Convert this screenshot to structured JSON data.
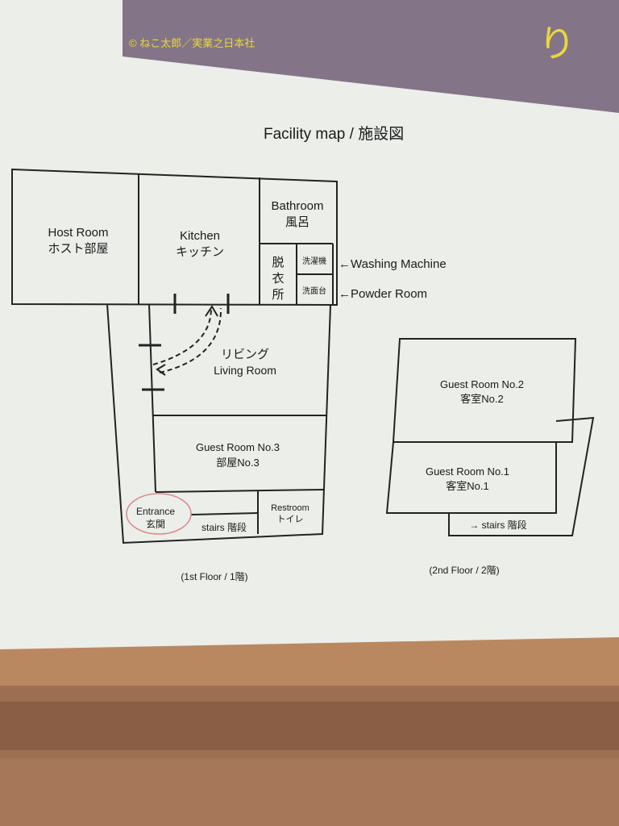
{
  "poster": {
    "credit": "© ねこ太郎／実業之日本社",
    "corner_glyph": "り"
  },
  "map": {
    "title": "Facility map / 施設図",
    "first_floor": {
      "caption": "(1st Floor / 1階)",
      "rooms": {
        "host_room": [
          "Host Room",
          "ホスト部屋"
        ],
        "kitchen": [
          "Kitchen",
          "キッチン"
        ],
        "bathroom": [
          "Bathroom",
          "風呂"
        ],
        "dressing_room": [
          "脱",
          "衣",
          "所"
        ],
        "washing_machine_jp": "洗濯機",
        "washbasin_jp": "洗面台",
        "living_room": [
          "リビング",
          "Living Room"
        ],
        "guest_room_3": [
          "Guest Room No.3",
          "部屋No.3"
        ],
        "entrance": [
          "Entrance",
          "玄関"
        ],
        "stairs": "stairs 階段",
        "restroom": [
          "Restroom",
          "トイレ"
        ]
      },
      "annotations": {
        "washing_machine": "←Washing Machine",
        "powder_room": "←Powder Room"
      }
    },
    "second_floor": {
      "caption": "(2nd Floor / 2階)",
      "rooms": {
        "guest_room_2": [
          "Guest Room No.2",
          "客室No.2"
        ],
        "guest_room_1": [
          "Guest Room No.1",
          "客室No.1"
        ],
        "stairs": "→   stairs 階段"
      }
    }
  },
  "colors": {
    "paper": "#eceeea",
    "poster": "#857589",
    "credit": "#e9d83a",
    "cork": "#b7845a",
    "wood": "#a8785a",
    "entrance_circle": "#d98a8a"
  }
}
